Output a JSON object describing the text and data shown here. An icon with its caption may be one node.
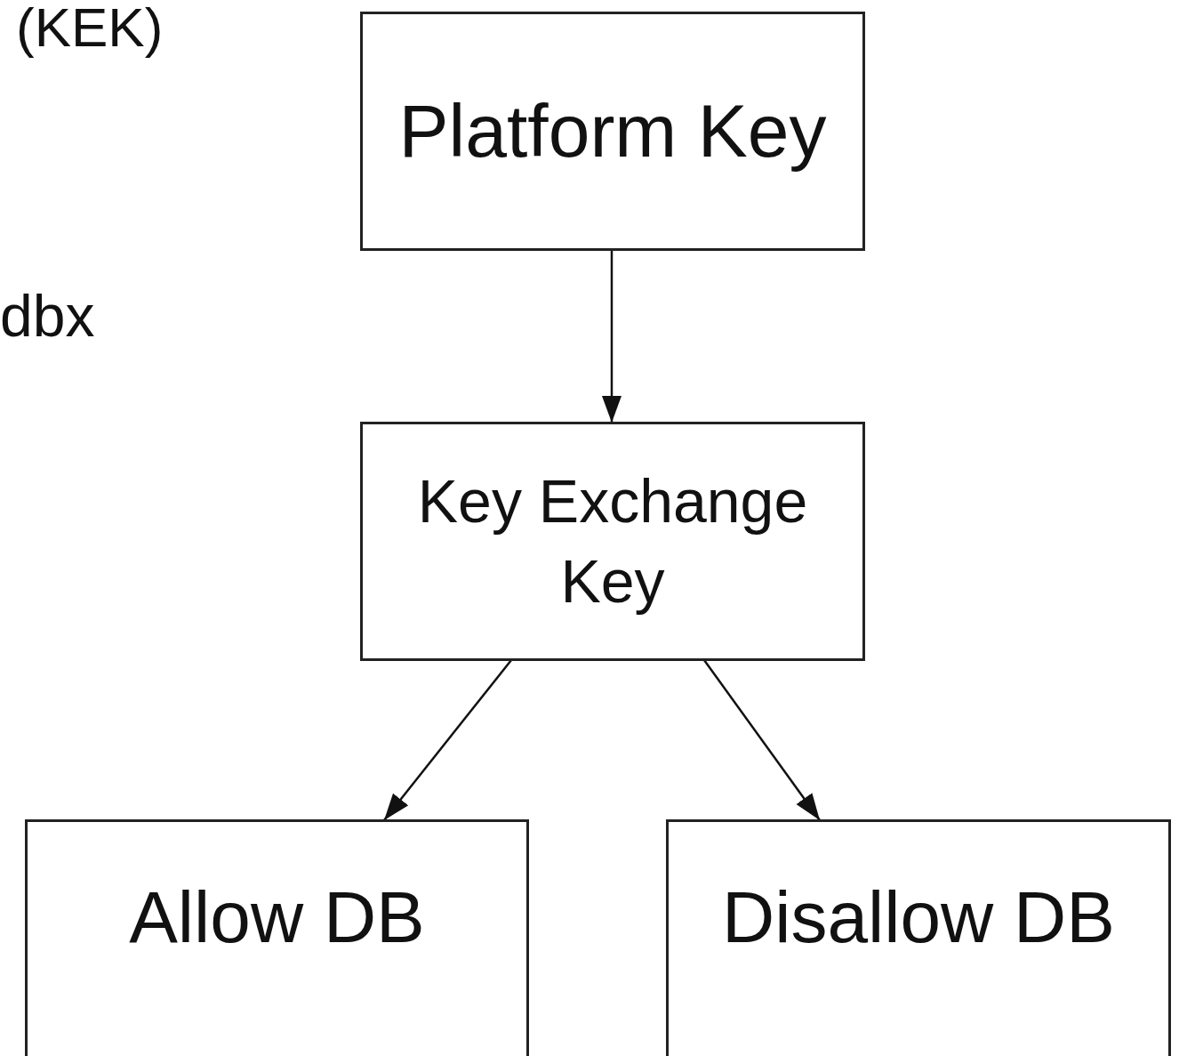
{
  "diagram": {
    "nodes": [
      {
        "text": [
          "Platform Key"
        ]
      },
      {
        "text": [
          "Key Exchange Key"
        ]
      },
      {
        "text": [
          "Allow DB"
        ]
      },
      {
        "text": [
          "Disallow DB"
        ]
      }
    ],
    "edges": [
      {
        "from": 0,
        "to": 1,
        "arrow": "to"
      },
      {
        "from": 1,
        "to": 2,
        "arrow": "to"
      },
      {
        "from": 1,
        "to": 3,
        "arrow": "to"
      }
    ],
    "labels": [
      "(KEK)",
      "dbx"
    ]
  }
}
